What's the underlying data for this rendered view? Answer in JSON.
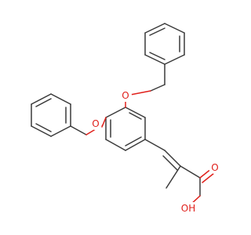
{
  "molecule": {
    "atom_labels": {
      "o_upper": "O",
      "o_lower": "O",
      "o_acid": "O",
      "oh_acid": "OH"
    },
    "colors": {
      "bond": "#3a3a3a",
      "oxygen": "#e0201b",
      "background": "#ffffff"
    }
  }
}
